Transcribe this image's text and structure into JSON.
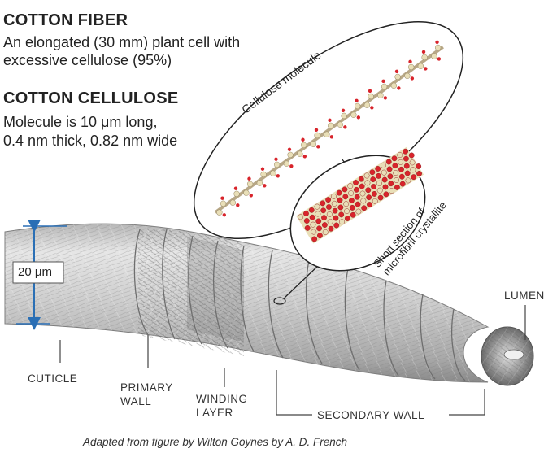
{
  "texts": {
    "fiber_title": "COTTON FIBER",
    "fiber_desc_1": "An elongated (30 mm) plant cell with",
    "fiber_desc_2": "excessive cellulose (95%)",
    "cellulose_title": "COTTON CELLULOSE",
    "cellulose_desc_1": "Molecule is 10 μm long,",
    "cellulose_desc_2": "0.4 nm thick, 0.82 nm wide",
    "cellulose_molecule": "Cellulose molecule",
    "microfibril_1": "Short section of",
    "microfibril_2": "microfibril crystallite",
    "diameter": "20 μm",
    "lumen": "LUMEN",
    "cuticle": "CUTICLE",
    "primary_1": "PRIMARY",
    "primary_2": "WALL",
    "winding_1": "WINDING",
    "winding_2": "LAYER",
    "secondary": "SECONDARY WALL",
    "caption": "Adapted from figure by Wilton Goynes by A. D. French"
  },
  "colors": {
    "text": "#222222",
    "arrow": "#2a6fb5",
    "atom_red": "#d8242b",
    "atom_cream": "#e9dfb8",
    "fiber_light": "#d4d4d4",
    "fiber_dark": "#8a8a8a"
  }
}
